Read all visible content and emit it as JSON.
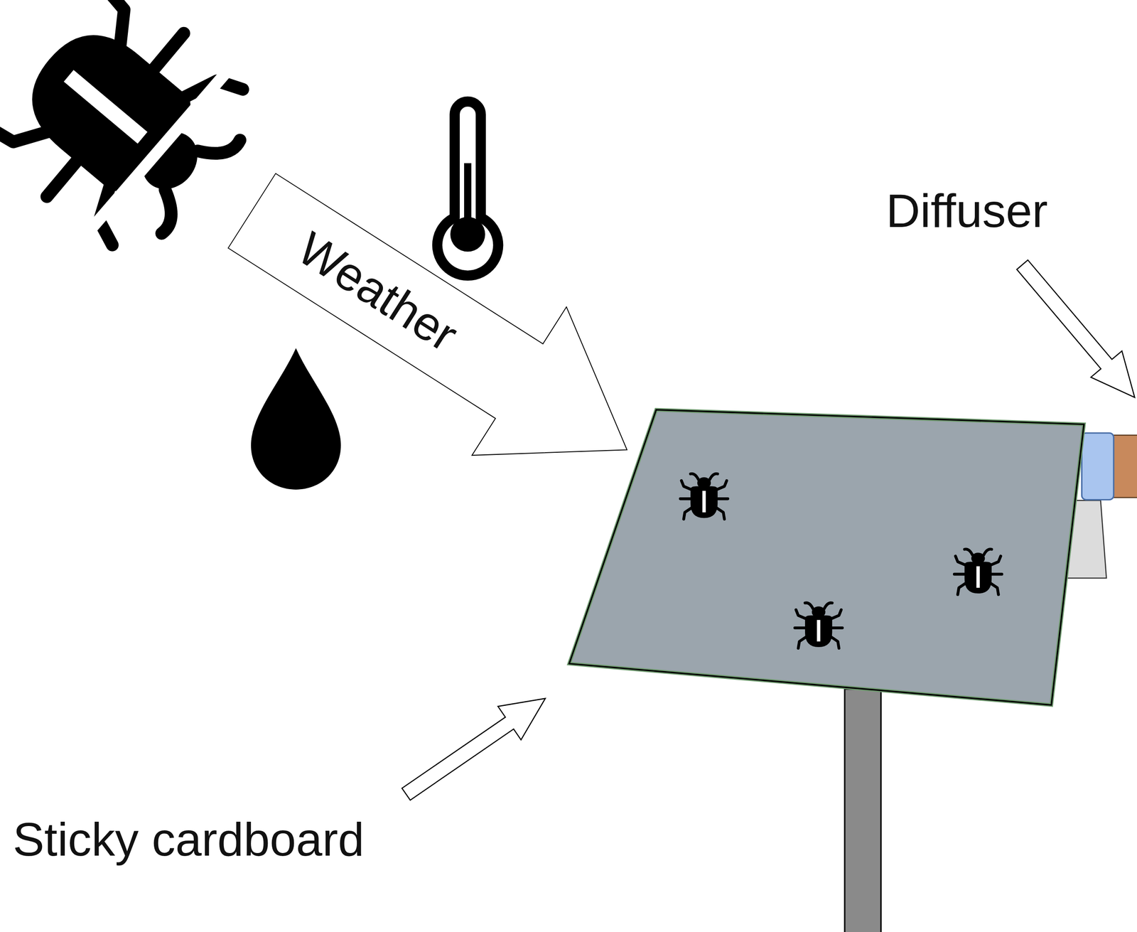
{
  "diagram": {
    "nodes": [
      {
        "text": [
          "Weather"
        ]
      }
    ],
    "labels": [
      "Diffuser",
      "Sticky cardboard"
    ]
  }
}
